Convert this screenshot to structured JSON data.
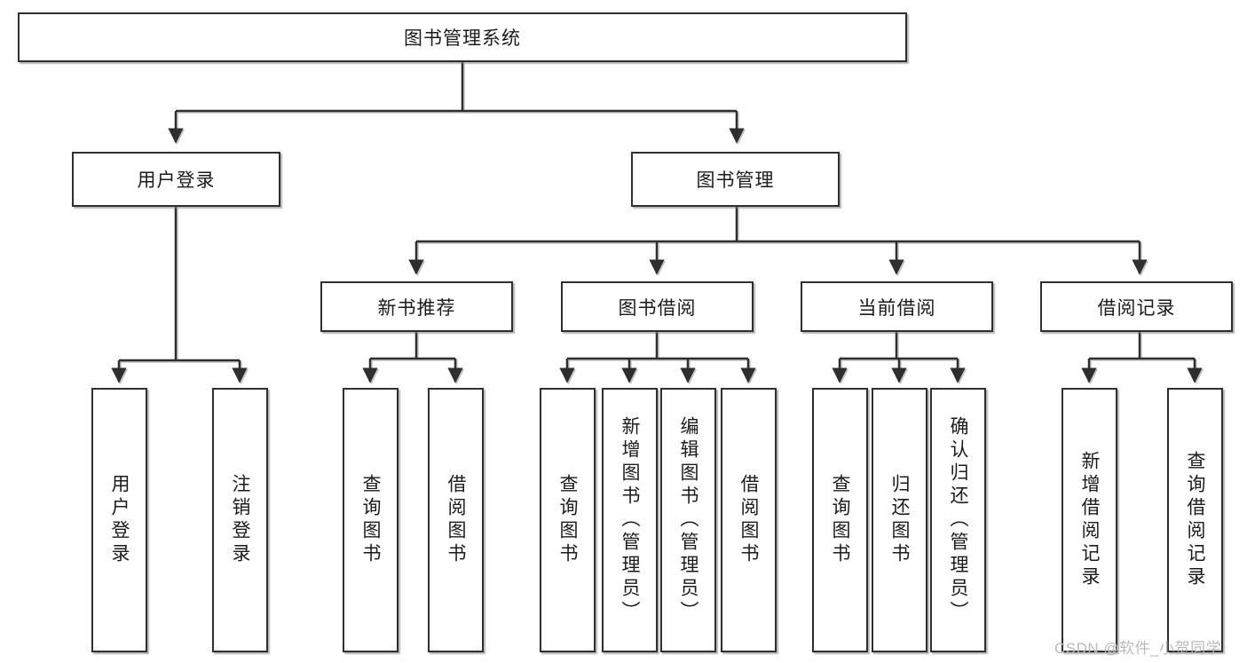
{
  "diagram": {
    "type": "tree",
    "title": "图书管理系统",
    "watermark": "CSDN @软件_小贺同学",
    "colors": {
      "stroke": "#2f2f2f",
      "fill": "#ffffff",
      "text": "#1b1b1b",
      "watermark": "#b9b9b9"
    },
    "root": {
      "label": "图书管理系统"
    },
    "level1": [
      {
        "label": "用户登录"
      },
      {
        "label": "图书管理"
      }
    ],
    "level2": [
      {
        "label": "新书推荐"
      },
      {
        "label": "图书借阅"
      },
      {
        "label": "当前借阅"
      },
      {
        "label": "借阅记录"
      }
    ],
    "leaves": {
      "user_login": [
        {
          "label": "用户登录"
        },
        {
          "label": "注销登录"
        }
      ],
      "new_book_recommend": [
        {
          "label": "查询图书"
        },
        {
          "label": "借阅图书"
        }
      ],
      "book_borrow": [
        {
          "label": "查询图书"
        },
        {
          "label": "新增图书（管理员）"
        },
        {
          "label": "编辑图书（管理员）"
        },
        {
          "label": "借阅图书"
        }
      ],
      "current_borrow": [
        {
          "label": "查询图书"
        },
        {
          "label": "归还图书"
        },
        {
          "label": "确认归还（管理员）"
        }
      ],
      "borrow_record": [
        {
          "label": "新增借阅记录"
        },
        {
          "label": "查询借阅记录"
        }
      ]
    }
  }
}
